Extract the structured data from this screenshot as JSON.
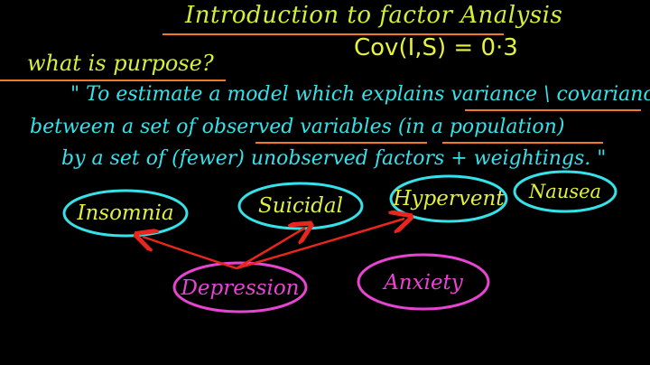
{
  "title": "Introduction to factor Analysis",
  "covariance_note": "Cov(I,S) = 0·3",
  "question": "what is purpose?",
  "definition": {
    "line1": "\" To estimate a model which explains variance \\ covariance",
    "line2": "between a set of observed variables (in a population)",
    "line3": "by a set of (fewer) unobserved factors + weightings. \""
  },
  "observed_variables": [
    {
      "label": "Insomnia"
    },
    {
      "label": "Suicidal"
    },
    {
      "label": "Hypervent"
    },
    {
      "label": "Nausea"
    }
  ],
  "latent_factors": [
    {
      "label": "Depression"
    },
    {
      "label": "Anxiety"
    }
  ],
  "colors": {
    "background": "#000000",
    "title_text": "#d4ef3a",
    "underline": "#f07a2a",
    "definition_text": "#35e2ea",
    "observed_outline": "#35e2ea",
    "observed_text": "#e1f03a",
    "latent_outline": "#e844d2",
    "latent_text": "#e844d2",
    "arrow": "#e8261d"
  }
}
